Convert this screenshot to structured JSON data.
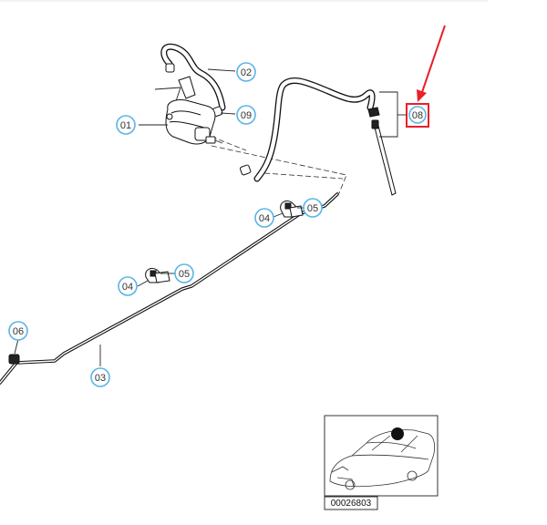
{
  "callouts": [
    {
      "label": "01"
    },
    {
      "label": "02"
    },
    {
      "label": "03"
    },
    {
      "label": "04"
    },
    {
      "label": "04"
    },
    {
      "label": "05"
    },
    {
      "label": "05"
    },
    {
      "label": "06"
    },
    {
      "label": "08"
    },
    {
      "label": "09"
    }
  ],
  "highlight": {
    "label": "08",
    "color": "#e8202a"
  },
  "reference_code": "00026803",
  "colors": {
    "callout_stroke": "#5ab4e6",
    "line": "#111111"
  }
}
